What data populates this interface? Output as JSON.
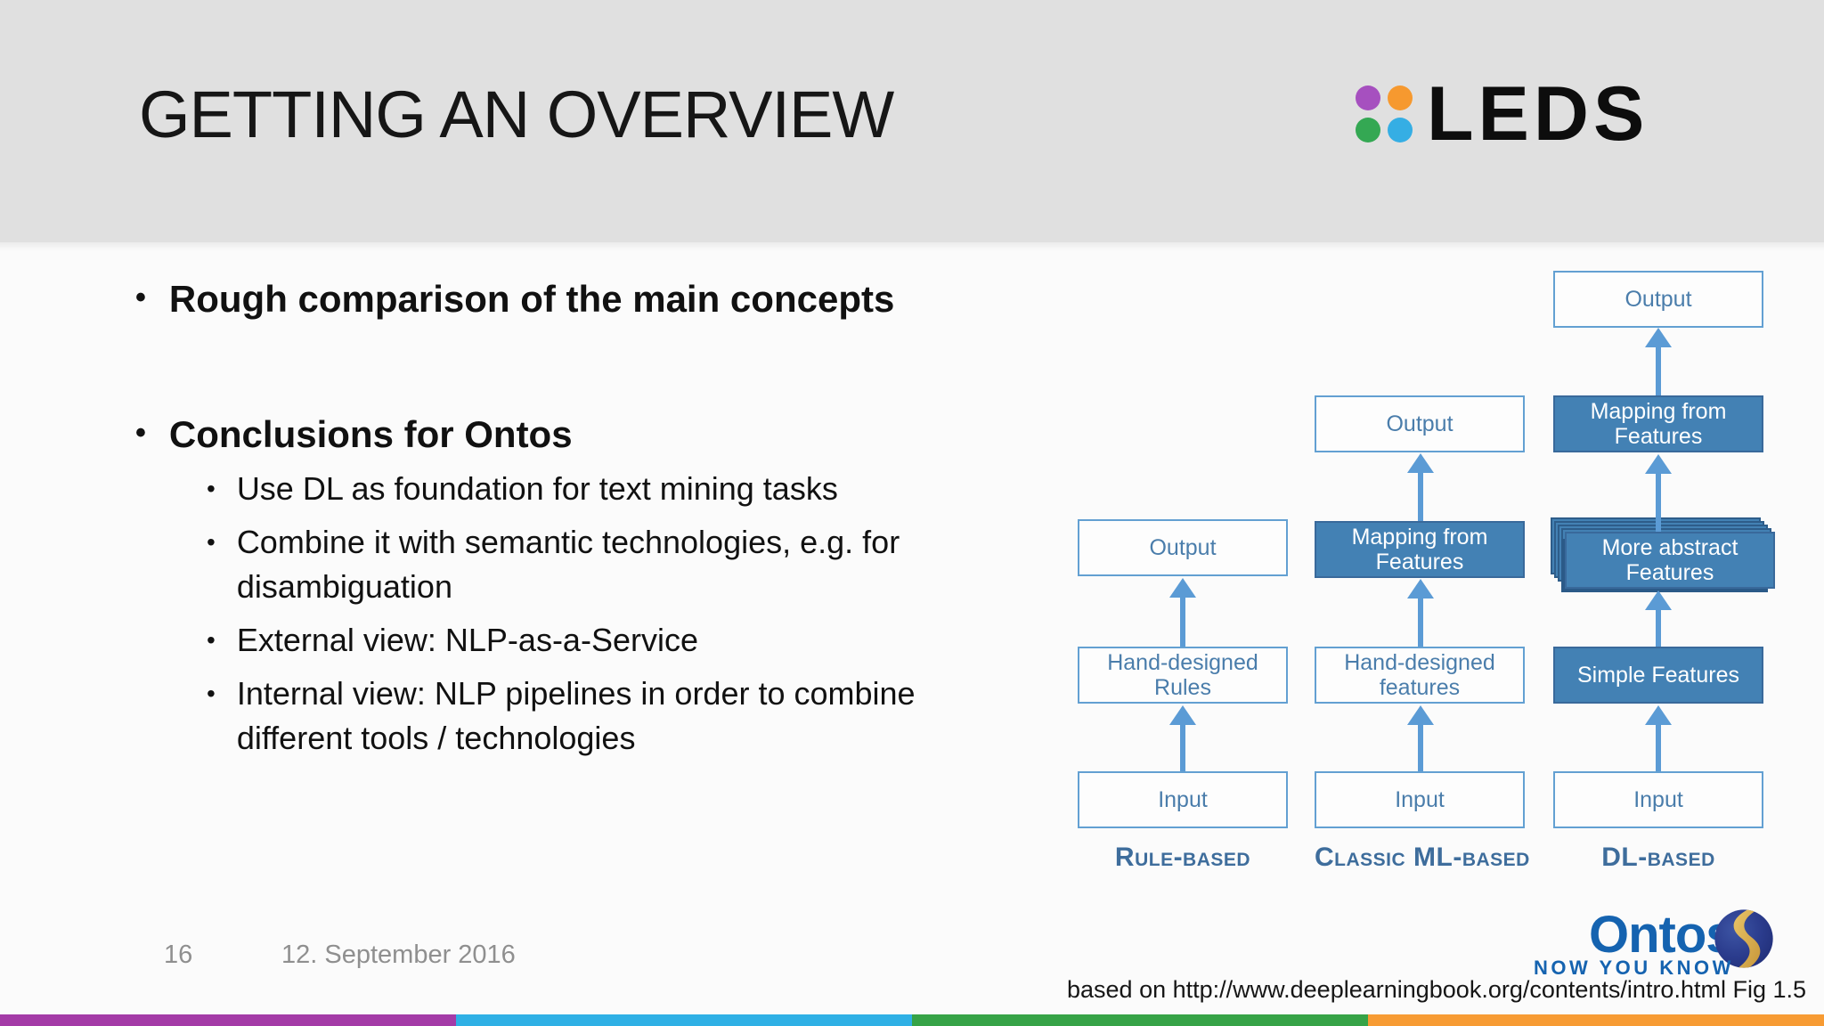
{
  "header": {
    "title": "GETTING AN OVERVIEW",
    "leds_logo": {
      "text": "LEDS",
      "dot_colors": {
        "top_left": "#a650bf",
        "top_right": "#f6992f",
        "bottom_left": "#34a853",
        "bottom_right": "#35aee4"
      }
    }
  },
  "bullets": {
    "b1": "Rough comparison of the main concepts",
    "b2": "Conclusions for Ontos",
    "glyph": "•",
    "sub": [
      "Use DL as foundation for text mining tasks",
      "Combine it with semantic technologies, e.g. for disambiguation",
      "External view: NLP-as-a-Service",
      "Internal view: NLP pipelines in order to combine different tools / technologies"
    ]
  },
  "diagram": {
    "columns": [
      {
        "label": "Rule-based",
        "boxes": {
          "output": "Output",
          "mid": "Hand-designed Rules",
          "input": "Input"
        }
      },
      {
        "label": "Classic ML-based",
        "boxes": {
          "output": "Output",
          "mapping": "Mapping from Features",
          "mid": "Hand-designed features",
          "input": "Input"
        }
      },
      {
        "label": "DL-based",
        "boxes": {
          "output": "Output",
          "mapping": "Mapping from Features",
          "abstract": "More abstract Features",
          "mid": "Simple Features",
          "input": "Input"
        }
      }
    ],
    "colors": {
      "outline_box_border": "#63a0d2",
      "outline_box_text": "#4a7dab",
      "filled_box_bg": "#4381b4",
      "arrow": "#5b9bd5",
      "column_label": "#3e6d9c"
    }
  },
  "footer": {
    "page_number": "16",
    "date": "12. September 2016",
    "ontos": {
      "name": "Ontos",
      "tagline": "NOW YOU KNOW",
      "brand_color": "#1563b0"
    },
    "attribution": "based on http://www.deeplearningbook.org/contents/intro.html Fig 1.5"
  },
  "stripe_colors": [
    "#a43ba7",
    "#2fb0e5",
    "#36a347",
    "#f79b33"
  ]
}
